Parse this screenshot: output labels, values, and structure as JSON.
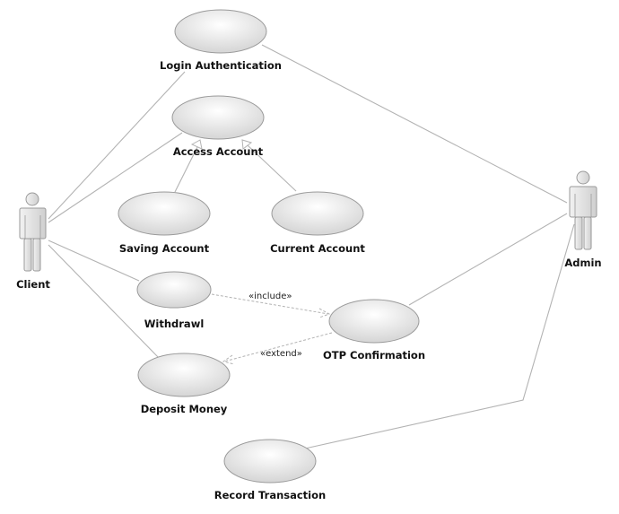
{
  "actors": {
    "client": "Client",
    "admin": "Admin"
  },
  "use_cases": {
    "login": "Login Authentication",
    "access": "Access Account",
    "saving": "Saving Account",
    "current": "Current Account",
    "withdraw": "Withdrawl",
    "otp": "OTP Confirmation",
    "deposit": "Deposit Money",
    "record": "Record Transaction"
  },
  "relations": {
    "include": "«include»",
    "extend": "«extend»"
  },
  "colors": {
    "ellipse_light": "#ffffff",
    "ellipse_dark": "#d6d6d6",
    "ellipse_stroke": "#9a9a9a",
    "line": "#b3b3b3",
    "actor_fill": "#dedede",
    "actor_stroke": "#9a9a9a"
  }
}
